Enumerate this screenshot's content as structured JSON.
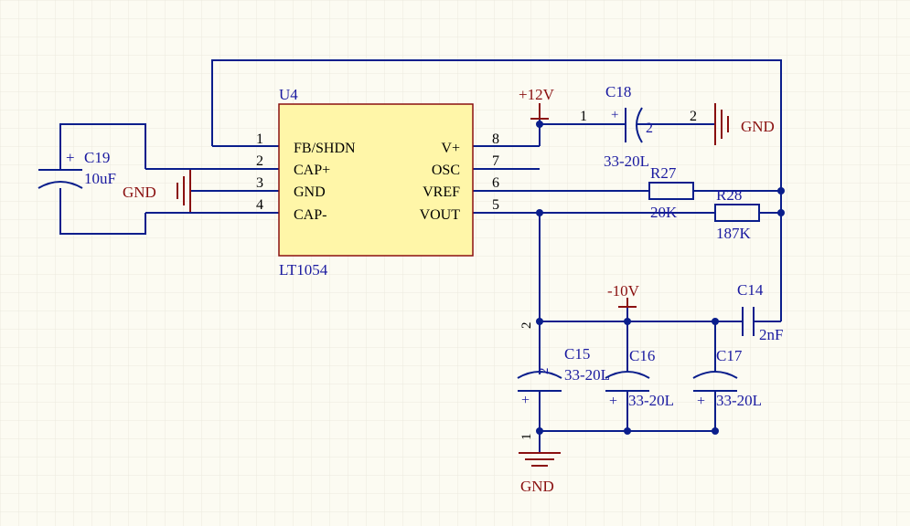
{
  "colors": {
    "background": "#fcfbf2",
    "grid": "#e9e7dc",
    "wire": "#0a1e8c",
    "component": "#0a1e8c",
    "power": "#8a1010",
    "ic_fill": "#fff6a8",
    "ic_border": "#8a1010",
    "text_blue": "#1a1aa0",
    "text_red": "#8a1010",
    "text_black": "#000000"
  },
  "ic": {
    "designator": "U4",
    "part": "LT1054",
    "left_pins": [
      {
        "num": "1",
        "name": "FB/SHDN"
      },
      {
        "num": "2",
        "name": "CAP+"
      },
      {
        "num": "3",
        "name": "GND"
      },
      {
        "num": "4",
        "name": "CAP-"
      }
    ],
    "right_pins": [
      {
        "num": "8",
        "name": "V+"
      },
      {
        "num": "7",
        "name": "OSC"
      },
      {
        "num": "6",
        "name": "VREF"
      },
      {
        "num": "5",
        "name": "VOUT"
      }
    ]
  },
  "power": {
    "vplus": "+12V",
    "vminus": "-10V",
    "gnd_left": "GND",
    "gnd_right": "GND",
    "gnd_bottom": "GND"
  },
  "components": {
    "c19": {
      "designator": "C19",
      "value": "10uF",
      "plus": "+"
    },
    "c18": {
      "designator": "C18",
      "value": "33-20L",
      "pin1": "1",
      "pin2": "2",
      "plus": "+",
      "lead2": "2"
    },
    "r27": {
      "designator": "R27",
      "value": "20K"
    },
    "r28": {
      "designator": "R28",
      "value": "187K"
    },
    "c14": {
      "designator": "C14",
      "value": "2nF"
    },
    "c15": {
      "designator": "C15",
      "value": "33-20L",
      "pin2": "2",
      "pin1": "1",
      "plus": "+",
      "lead2": "2",
      "lead1": "1"
    },
    "c16": {
      "designator": "C16",
      "value": "33-20L",
      "plus": "+"
    },
    "c17": {
      "designator": "C17",
      "value": "33-20L",
      "plus": "+"
    }
  }
}
